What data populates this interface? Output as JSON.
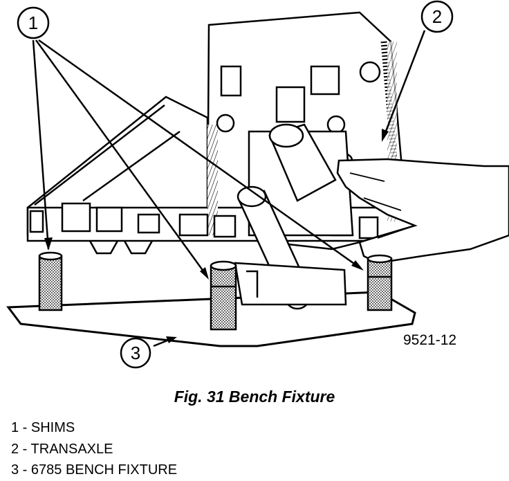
{
  "figure": {
    "callouts": [
      {
        "number": "1",
        "target": "shims"
      },
      {
        "number": "2",
        "target": "transaxle"
      },
      {
        "number": "3",
        "target": "bench-fixture"
      }
    ],
    "figure_code": "9521-12"
  },
  "caption": "Fig. 31 Bench Fixture",
  "legend": [
    {
      "text": "1 - SHIMS"
    },
    {
      "text": "2 - TRANSAXLE"
    },
    {
      "text": "3 - 6785 BENCH FIXTURE"
    }
  ]
}
